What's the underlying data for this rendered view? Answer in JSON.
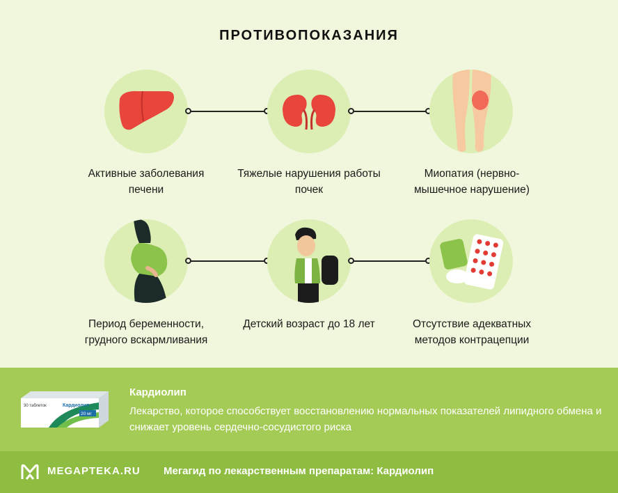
{
  "title": "ПРОТИВОПОКАЗАНИЯ",
  "items": [
    {
      "icon": "liver-icon",
      "label": "Активные заболевания печени"
    },
    {
      "icon": "kidneys-icon",
      "label": "Тяжелые нарушения работы почек"
    },
    {
      "icon": "legs-icon",
      "label": "Миопатия (нервно-мышечное нарушение)"
    },
    {
      "icon": "pregnant-woman-icon",
      "label": "Период беременности, грудного вскармливания"
    },
    {
      "icon": "child-icon",
      "label": "Детский возраст до 18 лет"
    },
    {
      "icon": "contraception-icon",
      "label": "Отсутствие адекватных методов контрацепции"
    }
  ],
  "drug": {
    "name": "Кардиолип",
    "description": "Лекарство, которое способствует восстановлению нормальных показателей липидного обмена и снижает уровень сердечно-сосудистого риска",
    "pack_brand": "Кардиолип",
    "pack_dose": "20 мг",
    "pack_count": "30 таблеток"
  },
  "footer": {
    "logo": "MEGAPTEKA.RU",
    "text": "Мегагид по лекарственным препаратам: Кардиолип"
  },
  "colors": {
    "background": "#f1f7dc",
    "circle": "#dceeb4",
    "info_bar": "#a4cb55",
    "footer_bar": "#8ebd42"
  }
}
